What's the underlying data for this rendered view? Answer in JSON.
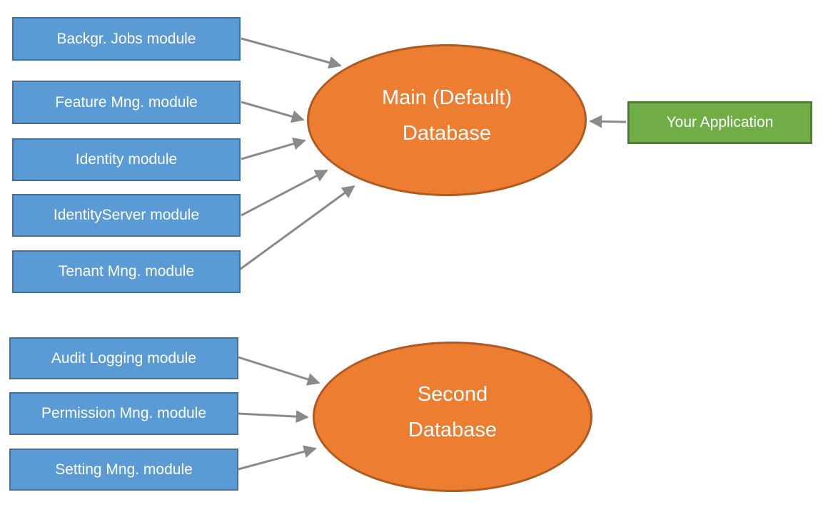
{
  "diagram": {
    "main_group": {
      "modules": [
        {
          "label": "Backgr. Jobs module"
        },
        {
          "label": "Feature Mng. module"
        },
        {
          "label": "Identity module"
        },
        {
          "label": "IdentityServer module"
        },
        {
          "label": "Tenant Mng. module"
        }
      ],
      "database": {
        "line1": "Main (Default)",
        "line2": "Database"
      },
      "application": {
        "label": "Your Application"
      }
    },
    "second_group": {
      "modules": [
        {
          "label": "Audit Logging module"
        },
        {
          "label": "Permission Mng. module"
        },
        {
          "label": "Setting Mng. module"
        }
      ],
      "database": {
        "line1": "Second",
        "line2": "Database"
      }
    },
    "colors": {
      "module_fill": "#5B9BD5",
      "module_border": "#41719C",
      "database_fill": "#ED7D31",
      "database_border": "#AE5A21",
      "application_fill": "#70AD47",
      "application_border": "#507E32",
      "arrow": "#8A8A8A",
      "text": "#FFFFFF"
    }
  }
}
